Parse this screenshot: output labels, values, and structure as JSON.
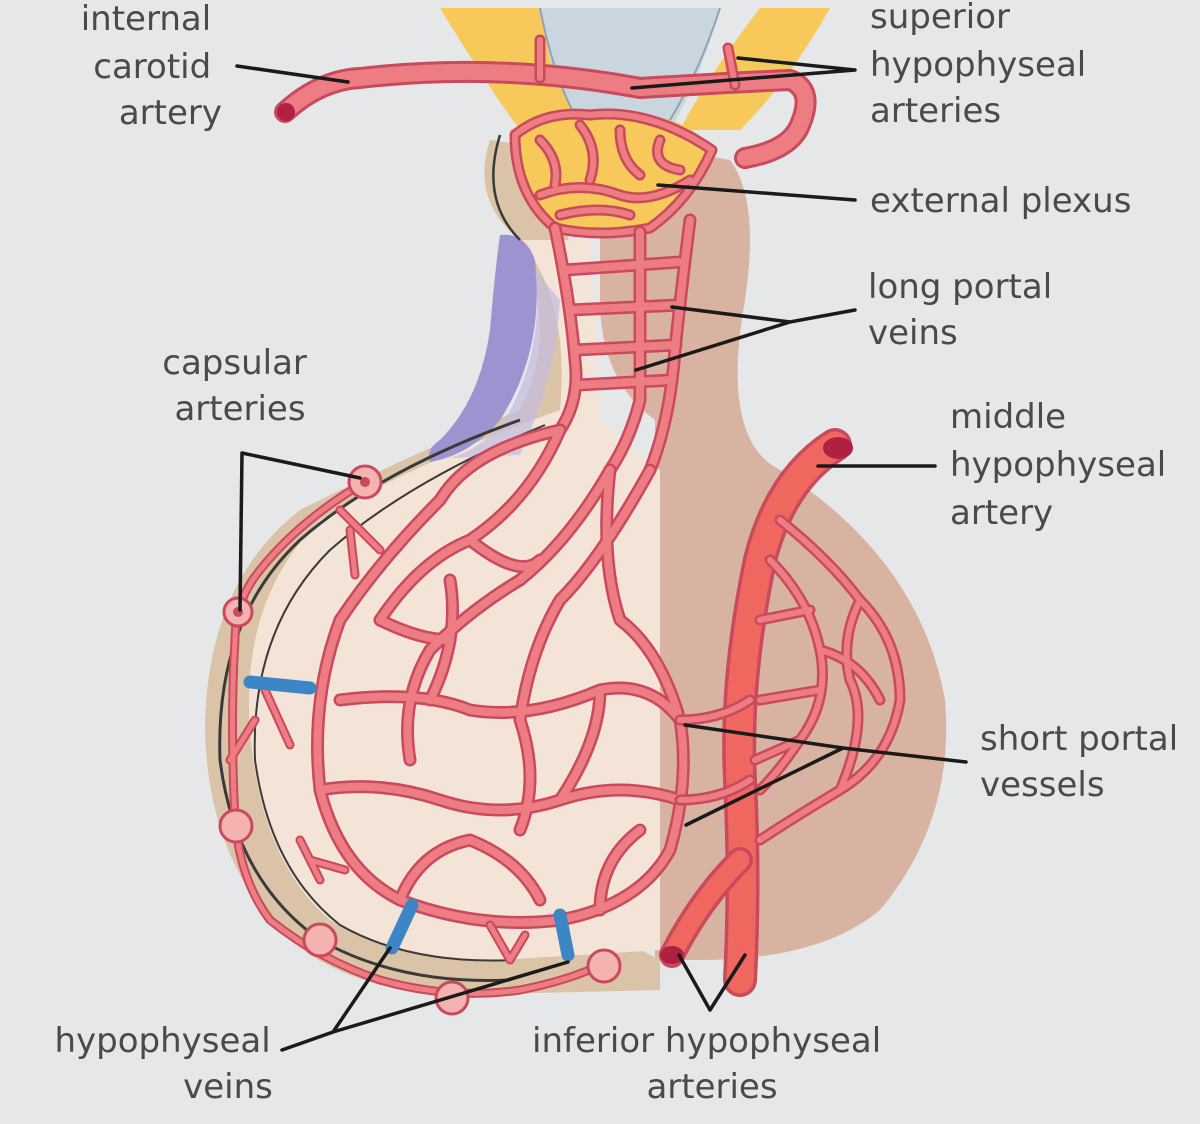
{
  "labels": {
    "internal_carotid": [
      "internal",
      "carotid",
      "artery"
    ],
    "superior_hypophyseal": [
      "superior",
      "hypophyseal",
      "arteries"
    ],
    "external_plexus": "external plexus",
    "long_portal": [
      "long portal",
      "veins"
    ],
    "capsular": [
      "capsular",
      "arteries"
    ],
    "middle_hypophyseal": [
      "middle",
      "hypophyseal",
      "artery"
    ],
    "short_portal": [
      "short portal",
      "vessels"
    ],
    "hypophyseal_veins": [
      "hypophyseal",
      "veins"
    ],
    "inferior_hypophyseal": [
      "inferior hypophyseal",
      "arteries"
    ]
  },
  "colors": {
    "background": "#e6e7e9",
    "artery": "#ee7d83",
    "artery_outline": "#c84a5c",
    "vein": "#3d86c6",
    "hypothalamus": "#f7c95b",
    "third_ventricle": "#c9d6df",
    "anterior_lobe": "#f4e4d8",
    "posterior_lobe": "#d9b3a2",
    "pars_tuberalis": "#9c93d0"
  }
}
